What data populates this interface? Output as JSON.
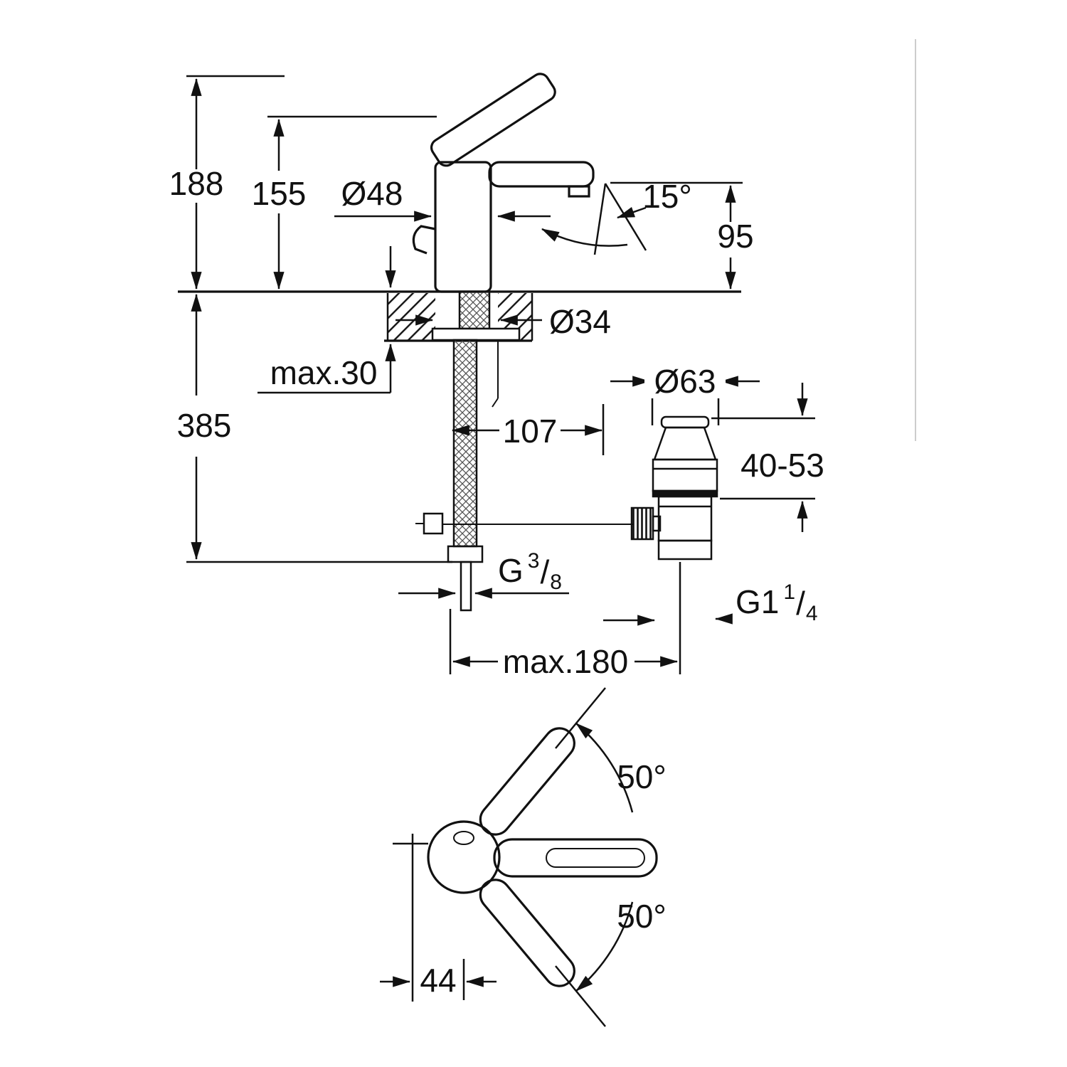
{
  "page": {
    "background": "#ffffff",
    "line_color": "#111111",
    "content": "faucet installation dimension drawing"
  },
  "side_view": {
    "dims": {
      "overall_height": "188",
      "body_height": "155",
      "body_diameter": "Ø48",
      "spout_angle": "15°",
      "spout_height": "95",
      "mounting_hole_diameter": "Ø34",
      "max_counter_thickness": "max.30",
      "installation_height": "385",
      "drain_offset": "107",
      "waste_knob_diameter": "Ø63",
      "waste_height_range": "40-53",
      "supply_thread_prefix": "G",
      "supply_thread_numerator": "3",
      "supply_thread_slash": "/",
      "supply_thread_denominator": "8",
      "waste_thread_prefix": "G1",
      "waste_thread_numerator": "1",
      "waste_thread_slash": "/",
      "waste_thread_denominator": "4",
      "max_rod_length": "max.180"
    }
  },
  "top_view": {
    "dims": {
      "handle_swing_up": "50°",
      "handle_swing_down": "50°",
      "handle_offset": "44"
    }
  }
}
